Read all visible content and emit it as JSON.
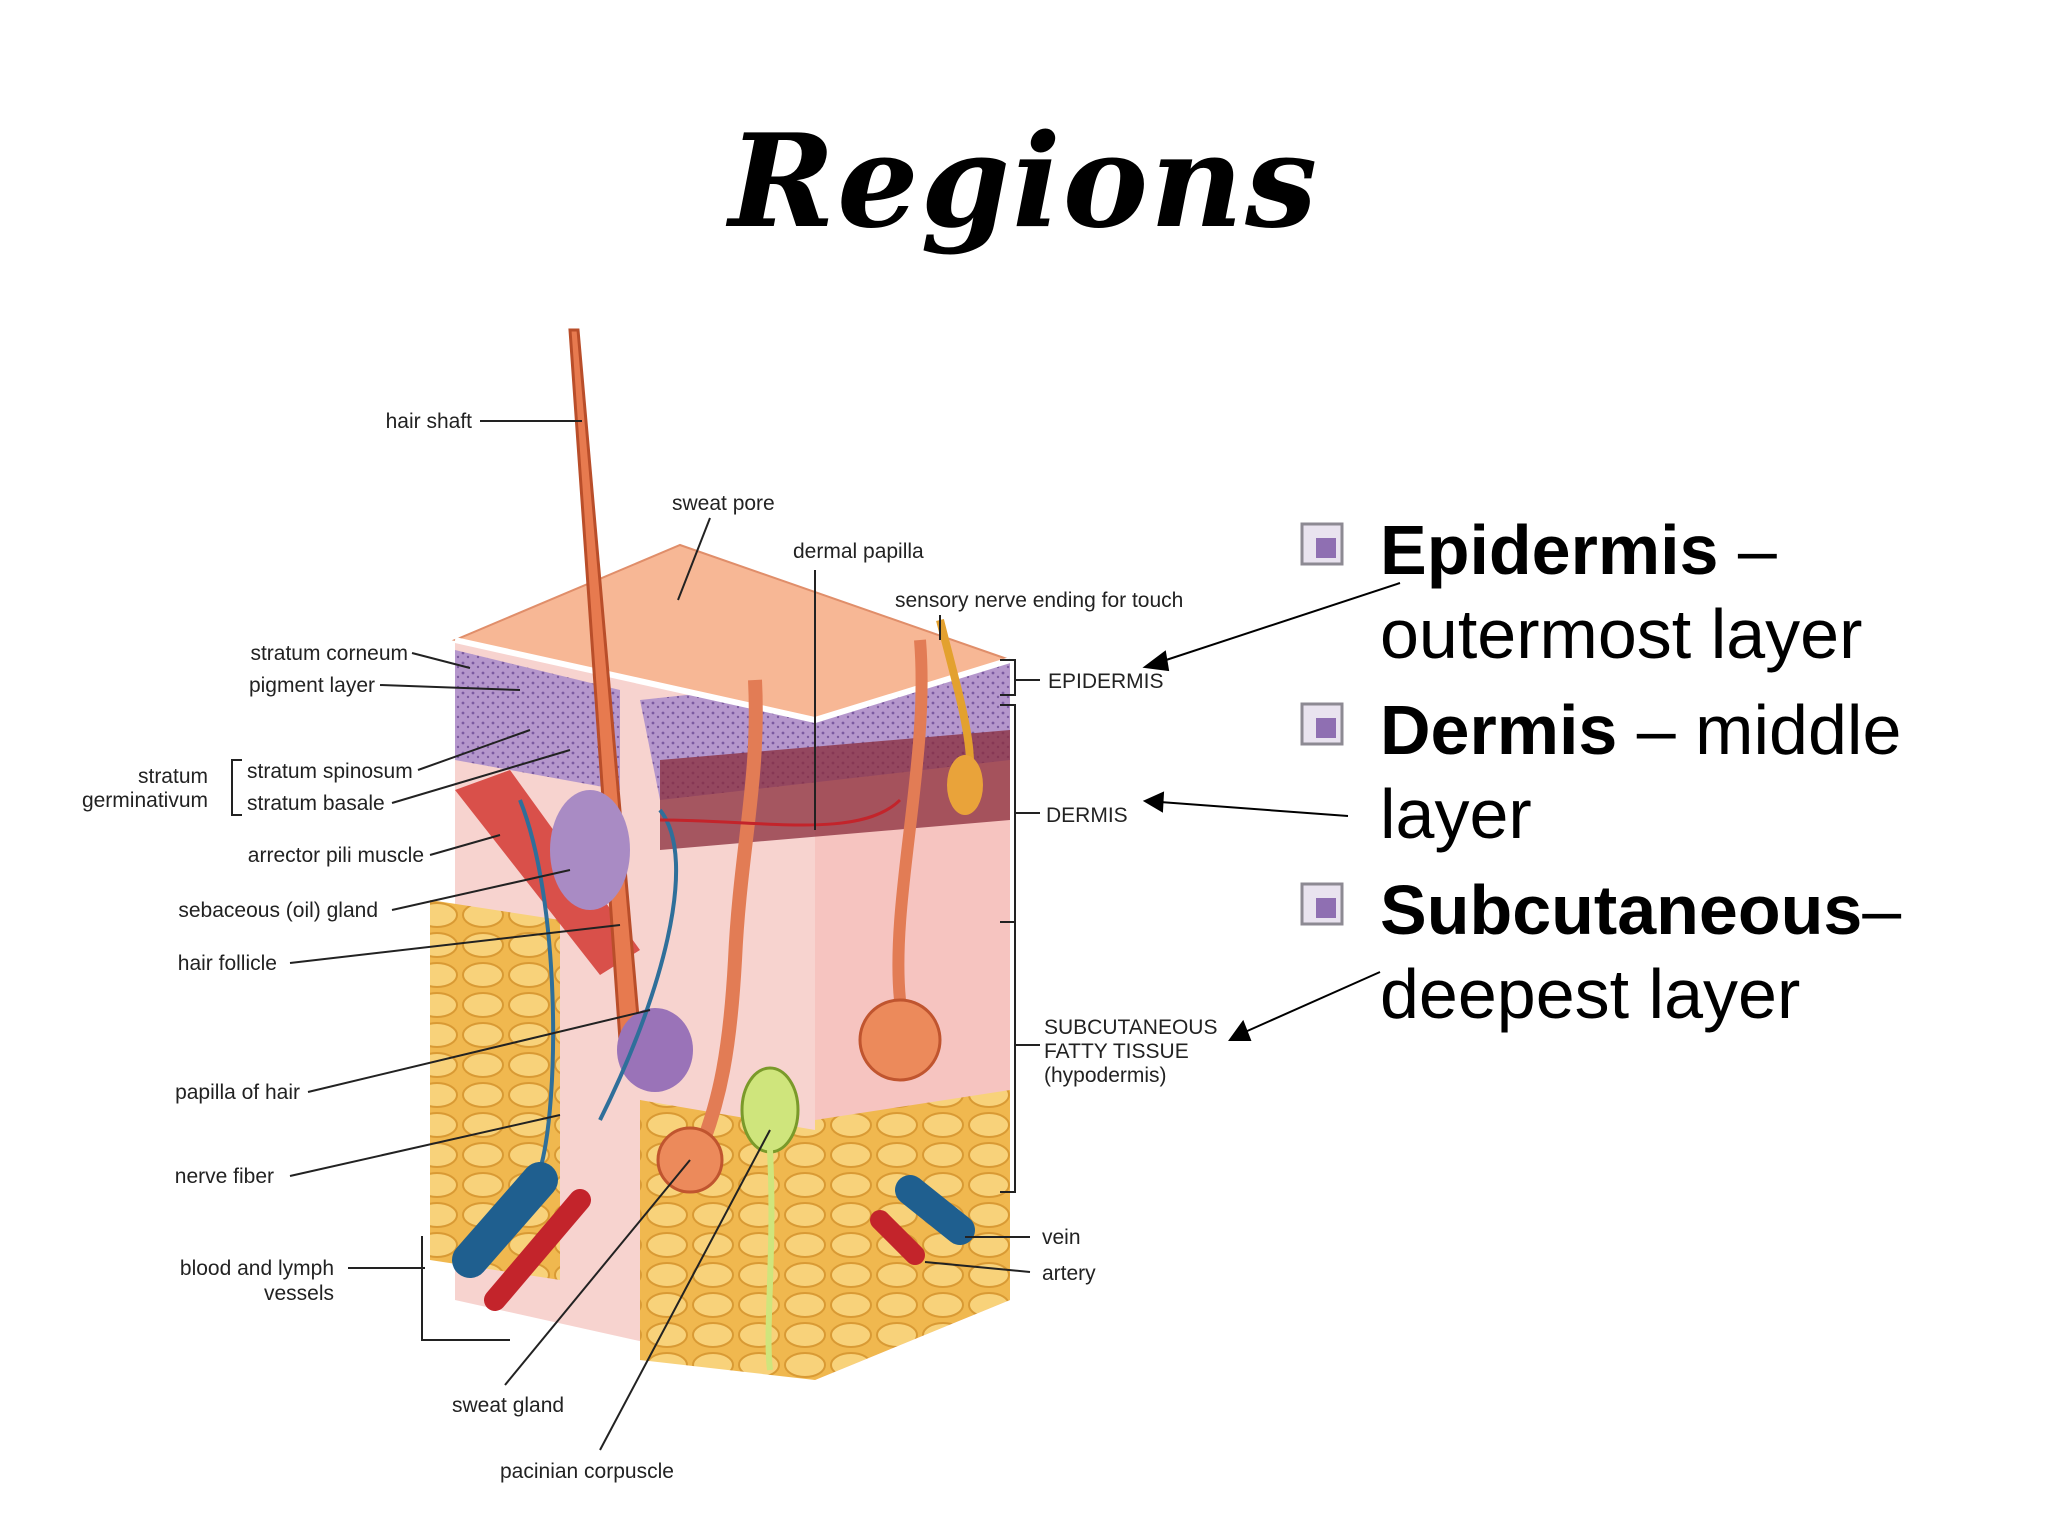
{
  "slide": {
    "title": "Regions"
  },
  "bullets": [
    {
      "term": "Epidermis",
      "rest": "  – outermost layer",
      "icon": "square-bullet-icon"
    },
    {
      "term": "Dermis",
      "rest": " – middle layer",
      "icon": "square-bullet-icon"
    },
    {
      "term": "Subcutaneous",
      "rest": "– deepest layer",
      "icon": "square-bullet-icon"
    }
  ],
  "diagram": {
    "left_labels": {
      "hair_shaft": "hair shaft",
      "stratum_corneum": "stratum corneum",
      "pigment_layer": "pigment layer",
      "stratum_germinativum_1": "stratum",
      "stratum_germinativum_2": "germinativum",
      "stratum_spinosum": "stratum spinosum",
      "stratum_basale": "stratum basale",
      "arrector_pili": "arrector pili muscle",
      "sebaceous_gland": "sebaceous (oil) gland",
      "hair_follicle": "hair follicle",
      "papilla_of_hair": "papilla of hair",
      "nerve_fiber": "nerve fiber",
      "blood_lymph_1": "blood and lymph",
      "blood_lymph_2": "vessels"
    },
    "top_labels": {
      "sweat_pore": "sweat pore",
      "dermal_papilla": "dermal papilla",
      "sensory_nerve": "sensory nerve ending for touch"
    },
    "right_labels": {
      "epidermis": "EPIDERMIS",
      "dermis": "DERMIS",
      "subcutaneous_1": "SUBCUTANEOUS",
      "subcutaneous_2": "FATTY TISSUE",
      "subcutaneous_3": "(hypodermis)",
      "vein": "vein",
      "artery": "artery"
    },
    "bottom_labels": {
      "sweat_gland": "sweat gland",
      "pacinian": "pacinian corpuscle"
    }
  },
  "colors": {
    "epidermis_top": "#f7b795",
    "epidermis_purple": "#a98bc4",
    "dermis_pink": "#f6c4c0",
    "fat_yellow": "#f3c35b",
    "vein_blue": "#1f5f8f",
    "artery_red": "#c3242b",
    "bullet_purple": "#8f6fb2"
  }
}
